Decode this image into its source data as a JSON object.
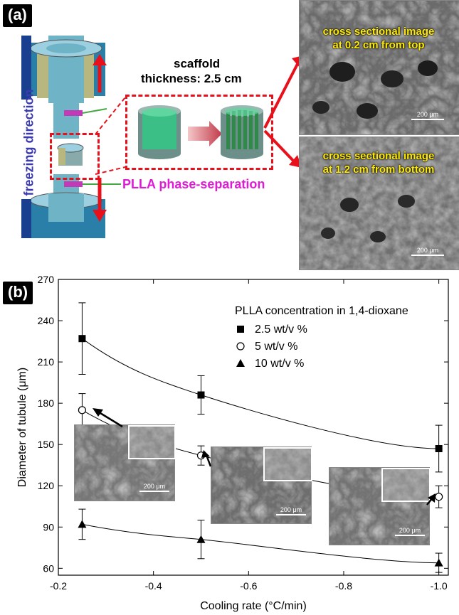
{
  "panel_a": {
    "label": "(a)",
    "scaffold_line1": "scaffold",
    "scaffold_line2": "thickness: 2.5 cm",
    "freezing_direction": "freezing direction",
    "phase_separation": "PLLA phase-separation",
    "top_caption_line1": "cross sectional image",
    "top_caption_line2": "at 0.2 cm from top",
    "bottom_caption_line1": "cross sectional image",
    "bottom_caption_line2": "at 1.2 cm from bottom",
    "scale_top": "200 μm",
    "scale_bottom": "200 μm"
  },
  "panel_b": {
    "label": "(b)",
    "inset_scale_1": "200 μm",
    "inset_scale_2": "200 μm",
    "inset_scale_3": "200 μm"
  },
  "chart_data": {
    "type": "line",
    "xlabel": "Cooling rate (°C/min)",
    "ylabel": "Diameter of tubule (μm)",
    "xlim": [
      -0.2,
      -1.02
    ],
    "ylim": [
      55,
      270
    ],
    "x_ticks": [
      -0.2,
      -0.4,
      -0.6,
      -0.8,
      -1.0
    ],
    "x_tick_labels": [
      "-0.2",
      "-0.4",
      "-0.6",
      "-0.8",
      "-1.0"
    ],
    "y_ticks": [
      60,
      90,
      120,
      150,
      180,
      210,
      240,
      270
    ],
    "y_tick_labels": [
      "60",
      "90",
      "120",
      "150",
      "180",
      "210",
      "240",
      "270"
    ],
    "legend_title": "PLLA concentration in 1,4-dioxane",
    "legend_position": "top-right",
    "x": [
      -0.25,
      -0.5,
      -1.0
    ],
    "series": [
      {
        "name": "2.5 wt/v %",
        "marker": "filled-square",
        "values": [
          227,
          186,
          147
        ],
        "errors": [
          26,
          14,
          17
        ]
      },
      {
        "name": "5 wt/v %",
        "marker": "open-circle",
        "values": [
          175,
          142,
          112
        ],
        "errors": [
          12,
          7,
          8
        ]
      },
      {
        "name": "10 wt/v %",
        "marker": "filled-triangle",
        "values": [
          92,
          81,
          64
        ],
        "errors": [
          11,
          14,
          7
        ]
      }
    ]
  },
  "colors": {
    "freezing": "#3b3bb0",
    "phase": "#e01ad6",
    "arrow_red": "#e8101a",
    "caption_yellow": "#ffea00"
  }
}
